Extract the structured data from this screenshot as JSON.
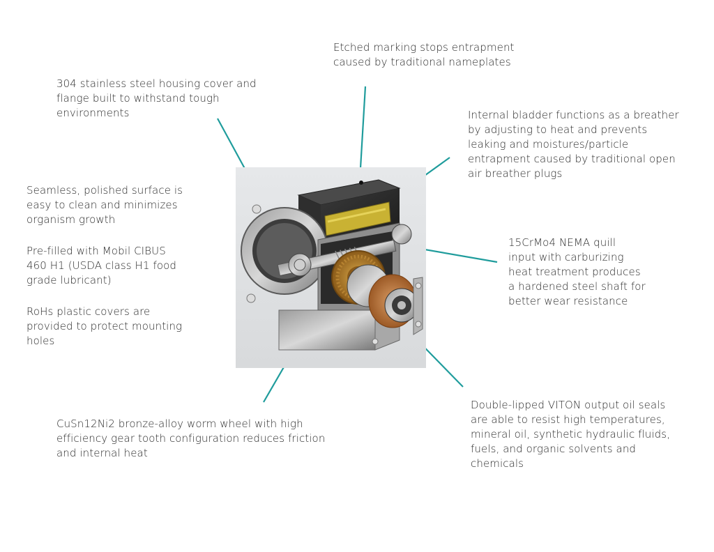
{
  "callouts": {
    "housing": "304 stainless steel housing cover and\nflange built to withstand tough\nenvironments",
    "etched": "Etched marking stops entrapment\ncaused by traditional nameplates",
    "bladder": "Internal bladder functions as a breather\nby adjusting to heat and prevents\nleaking and moistures/particle\nentrapment caused by traditional open\nair breather plugs",
    "surface": "Seamless, polished surface is\neasy to clean and minimizes\norganism growth",
    "prefill": "Pre-filled with Mobil CIBUS\n460 H1 (USDA class H1 food\ngrade lubricant)",
    "rohs": "RoHs plastic covers are\nprovided to protect mounting\nholes",
    "quill": "15CrMo4 NEMA quill\ninput with carburizing\nheat treatment produces\na hardened steel shaft for\nbetter wear resistance",
    "bronze": "CuSn12Ni2 bronze-alloy worm wheel with high\nefficiency gear tooth configuration reduces friction\nand internal heat",
    "seals": "Double-lipped VITON output oil seals\nare able to resist high temperatures,\nmineral oil, synthetic hydraulic fluids,\nfuels, and organic solvents and\nchemicals"
  },
  "colors": {
    "leader": "#1f9c9c",
    "text": "#2b2b2b",
    "background": "#ffffff"
  }
}
